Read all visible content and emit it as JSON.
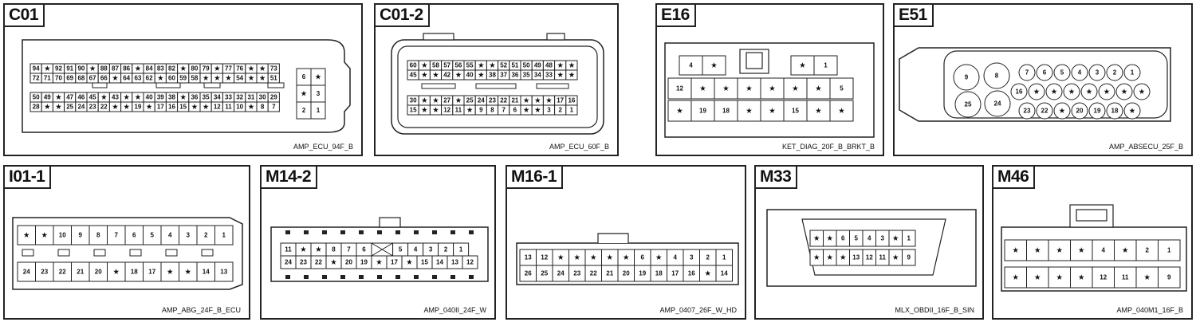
{
  "connectors": {
    "c01": {
      "title": "C01",
      "code": "AMP_ECU_94F_B",
      "rows": [
        [
          "94",
          "★",
          "92",
          "91",
          "90",
          "★",
          "88",
          "87",
          "86",
          "★",
          "84",
          "83",
          "82",
          "★",
          "80",
          "79",
          "★",
          "77",
          "76",
          "★",
          "★",
          "73"
        ],
        [
          "72",
          "71",
          "70",
          "69",
          "68",
          "67",
          "66",
          "★",
          "64",
          "63",
          "62",
          "★",
          "60",
          "59",
          "58",
          "★",
          "★",
          "★",
          "54",
          "★",
          "★",
          "51"
        ],
        [
          "50",
          "49",
          "★",
          "47",
          "46",
          "45",
          "★",
          "43",
          "★",
          "★",
          "40",
          "39",
          "38",
          "★",
          "36",
          "35",
          "34",
          "33",
          "32",
          "31",
          "30",
          "29"
        ],
        [
          "28",
          "★",
          "★",
          "25",
          "24",
          "23",
          "22",
          "★",
          "★",
          "19",
          "★",
          "17",
          "16",
          "15",
          "★",
          "★",
          "12",
          "11",
          "10",
          "★",
          "8",
          "7"
        ]
      ],
      "side": [
        [
          "6",
          "★"
        ],
        [
          "★",
          "3"
        ],
        [
          "2",
          "1"
        ]
      ]
    },
    "c01_2": {
      "title": "C01-2",
      "code": "AMP_ECU_60F_B",
      "rows": [
        [
          "60",
          "★",
          "58",
          "57",
          "56",
          "55",
          "★",
          "★",
          "52",
          "51",
          "50",
          "49",
          "48",
          "★",
          "★"
        ],
        [
          "45",
          "★",
          "★",
          "42",
          "★",
          "40",
          "★",
          "38",
          "37",
          "36",
          "35",
          "34",
          "33",
          "★",
          "★"
        ],
        [
          "30",
          "★",
          "★",
          "27",
          "★",
          "25",
          "24",
          "23",
          "22",
          "21",
          "★",
          "★",
          "★",
          "17",
          "16"
        ],
        [
          "15",
          "★",
          "★",
          "12",
          "11",
          "★",
          "9",
          "8",
          "7",
          "6",
          "★",
          "★",
          "3",
          "2",
          "1"
        ]
      ]
    },
    "e16": {
      "title": "E16",
      "code": "KET_DIAG_20F_B_BRKT_B",
      "top_left": [
        "4",
        "★"
      ],
      "top_right": [
        "★",
        "1"
      ],
      "rows": [
        [
          "12",
          "★",
          "★",
          "★",
          "★",
          "★",
          "★",
          "5"
        ],
        [
          "★",
          "19",
          "18",
          "★",
          "★",
          "15",
          "★",
          "★"
        ]
      ]
    },
    "e51": {
      "title": "E51",
      "code": "AMP_ABSECU_25F_B",
      "big": [
        "9",
        "8",
        "25",
        "24"
      ],
      "rows": [
        [
          "7",
          "6",
          "5",
          "4",
          "3",
          "2",
          "1"
        ],
        [
          "16",
          "★",
          "★",
          "★",
          "★",
          "★",
          "★",
          "★"
        ],
        [
          "23",
          "22",
          "★",
          "20",
          "19",
          "18",
          "★"
        ]
      ]
    },
    "i01_1": {
      "title": "I01-1",
      "code": "AMP_ABG_24F_B_ECU",
      "rows": [
        [
          "★",
          "★",
          "10",
          "9",
          "8",
          "7",
          "6",
          "5",
          "4",
          "3",
          "2",
          "1"
        ],
        [
          "24",
          "23",
          "22",
          "21",
          "20",
          "★",
          "18",
          "17",
          "★",
          "★",
          "14",
          "13"
        ]
      ]
    },
    "m14_2": {
      "title": "M14-2",
      "code": "AMP_040II_24F_W",
      "rows": [
        [
          "11",
          "★",
          "★",
          "8",
          "7",
          "6",
          "",
          "5",
          "4",
          "3",
          "2",
          "1"
        ],
        [
          "24",
          "23",
          "22",
          "★",
          "20",
          "19",
          "★",
          "17",
          "★",
          "15",
          "14",
          "13",
          "12"
        ]
      ]
    },
    "m16_1": {
      "title": "M16-1",
      "code": "AMP_0407_26F_W_HD",
      "rows": [
        [
          "13",
          "12",
          "★",
          "★",
          "★",
          "★",
          "★",
          "6",
          "★",
          "4",
          "3",
          "2",
          "1"
        ],
        [
          "26",
          "25",
          "24",
          "23",
          "22",
          "21",
          "20",
          "19",
          "18",
          "17",
          "16",
          "★",
          "14"
        ]
      ]
    },
    "m33": {
      "title": "M33",
      "code": "MLX_OBDII_16F_B_SIN",
      "rows": [
        [
          "★",
          "★",
          "6",
          "5",
          "4",
          "3",
          "★",
          "1"
        ],
        [
          "★",
          "★",
          "★",
          "13",
          "12",
          "11",
          "★",
          "9"
        ]
      ]
    },
    "m46": {
      "title": "M46",
      "code": "AMP_040M1_16F_B",
      "rows": [
        [
          "★",
          "★",
          "★",
          "★",
          "4",
          "★",
          "2",
          "1"
        ],
        [
          "★",
          "★",
          "★",
          "★",
          "12",
          "11",
          "★",
          "9"
        ]
      ]
    }
  }
}
